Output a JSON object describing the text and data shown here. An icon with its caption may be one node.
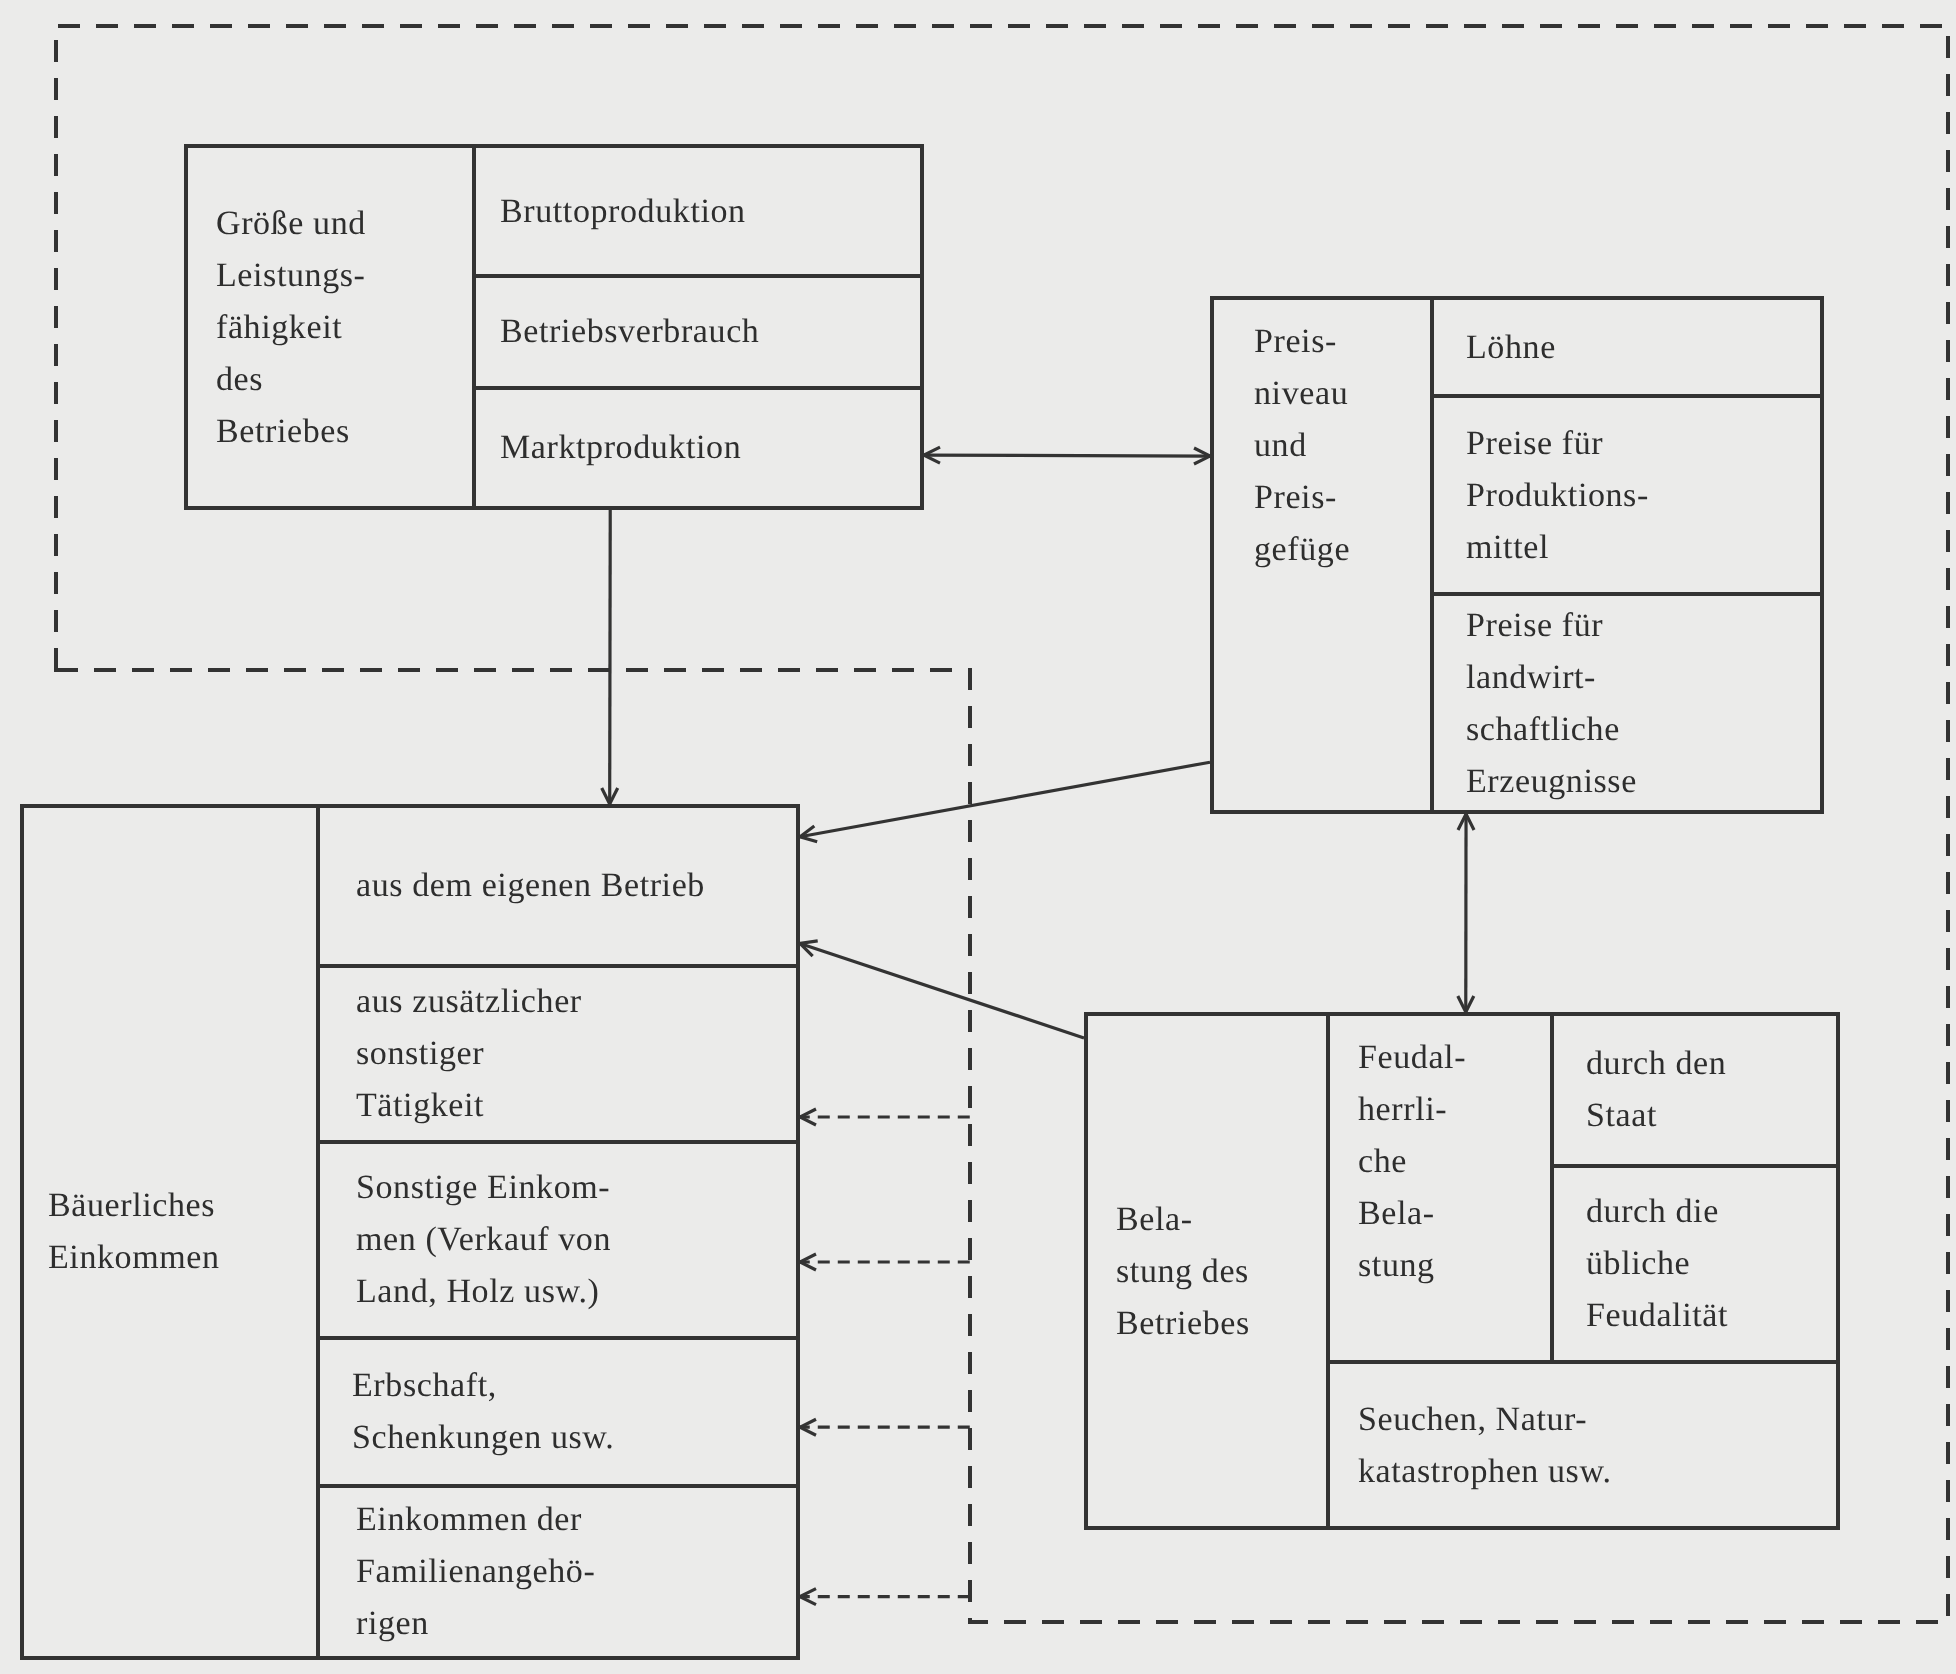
{
  "diagram": {
    "nodes": [
      {
        "text": [],
        "shape": "box"
      },
      {
        "text": [
          "Größe und Leistungs- fähigkeit des Betriebes"
        ],
        "in": 0
      },
      {
        "text": [
          "Bruttoproduktion"
        ],
        "in": 1
      },
      {
        "text": [
          "Betriebsverbrauch"
        ],
        "in": 1
      },
      {
        "text": [
          "Marktproduktion"
        ],
        "in": 1
      },
      {
        "text": [
          "Preis- niveau und Preis- gefüge"
        ],
        "in": 0
      },
      {
        "text": [
          "Löhne"
        ],
        "in": 5
      },
      {
        "text": [
          "Preise für Produktions- mittel"
        ],
        "in": 5
      },
      {
        "text": [
          "Preise für landwirt- schaftliche Erzeugnisse"
        ],
        "in": 5
      },
      {
        "text": [
          "Bäuerliches Einkommen"
        ]
      },
      {
        "text": [
          "aus dem eigenen Betrieb"
        ],
        "in": 9
      },
      {
        "text": [
          "aus zusätzlicher sonstiger Tätigkeit"
        ],
        "in": 9
      },
      {
        "text": [
          "Sonstige Einkom- men (Verkauf von Land, Holz usw.)"
        ],
        "in": 9
      },
      {
        "text": [
          "Erbschaft, Schenkungen usw."
        ],
        "in": 9
      },
      {
        "text": [
          "Einkommen der Familienangehö- rigen"
        ],
        "in": 9
      },
      {
        "text": [
          "Bela- stung des Betriebes"
        ],
        "in": 0
      },
      {
        "text": [
          "Feudal- herrli- che Bela- stung"
        ],
        "in": 15
      },
      {
        "text": [
          "durch den Staat"
        ],
        "in": 15
      },
      {
        "text": [
          "durch die übliche Feudalität"
        ],
        "in": 15
      },
      {
        "text": [
          "Seuchen, Natur- katastrophen usw."
        ],
        "in": 15
      }
    ],
    "edges": [
      {
        "from": 1,
        "to": 5,
        "arrow": "both"
      },
      {
        "from": 1,
        "to": 9,
        "arrow": "to"
      },
      {
        "from": 5,
        "to": 10,
        "arrow": "to"
      },
      {
        "from": 15,
        "to": 10,
        "arrow": "to"
      },
      {
        "from": 5,
        "to": 15,
        "arrow": "both"
      },
      {
        "from": 0,
        "to": 11,
        "arrow": "to",
        "style": "dashed"
      },
      {
        "from": 0,
        "to": 12,
        "arrow": "to",
        "style": "dashed"
      },
      {
        "from": 0,
        "to": 13,
        "arrow": "to",
        "style": "dashed"
      },
      {
        "from": 0,
        "to": 14,
        "arrow": "to",
        "style": "dashed"
      }
    ]
  }
}
